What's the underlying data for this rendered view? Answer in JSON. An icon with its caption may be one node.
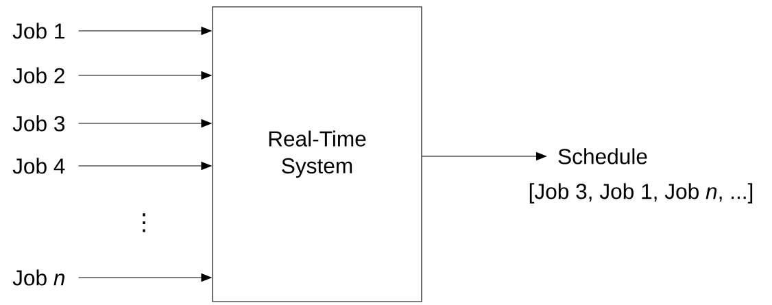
{
  "diagram": {
    "nodes": [
      {
        "text": [
          "Job 1"
        ]
      },
      {
        "text": [
          "Job 2"
        ]
      },
      {
        "text": [
          "Job 3"
        ]
      },
      {
        "text": [
          "Job 4"
        ]
      },
      {
        "text": [
          "Job *n*"
        ]
      },
      {
        "text": [
          "Real-Time System"
        ]
      },
      {
        "text": [
          "Schedule"
        ],
        "beside": [
          "[Job 3, Job 1, Job *n*, ...]"
        ]
      }
    ],
    "edges": [
      {
        "from": 0,
        "to": 5,
        "arrow": "to"
      },
      {
        "from": 1,
        "to": 5,
        "arrow": "to"
      },
      {
        "from": 2,
        "to": 5,
        "arrow": "to"
      },
      {
        "from": 3,
        "to": 5,
        "arrow": "to"
      },
      {
        "from": 4,
        "to": 5,
        "arrow": "to"
      },
      {
        "from": 5,
        "to": 6,
        "arrow": "to"
      }
    ],
    "labels": [
      "⋮"
    ]
  }
}
